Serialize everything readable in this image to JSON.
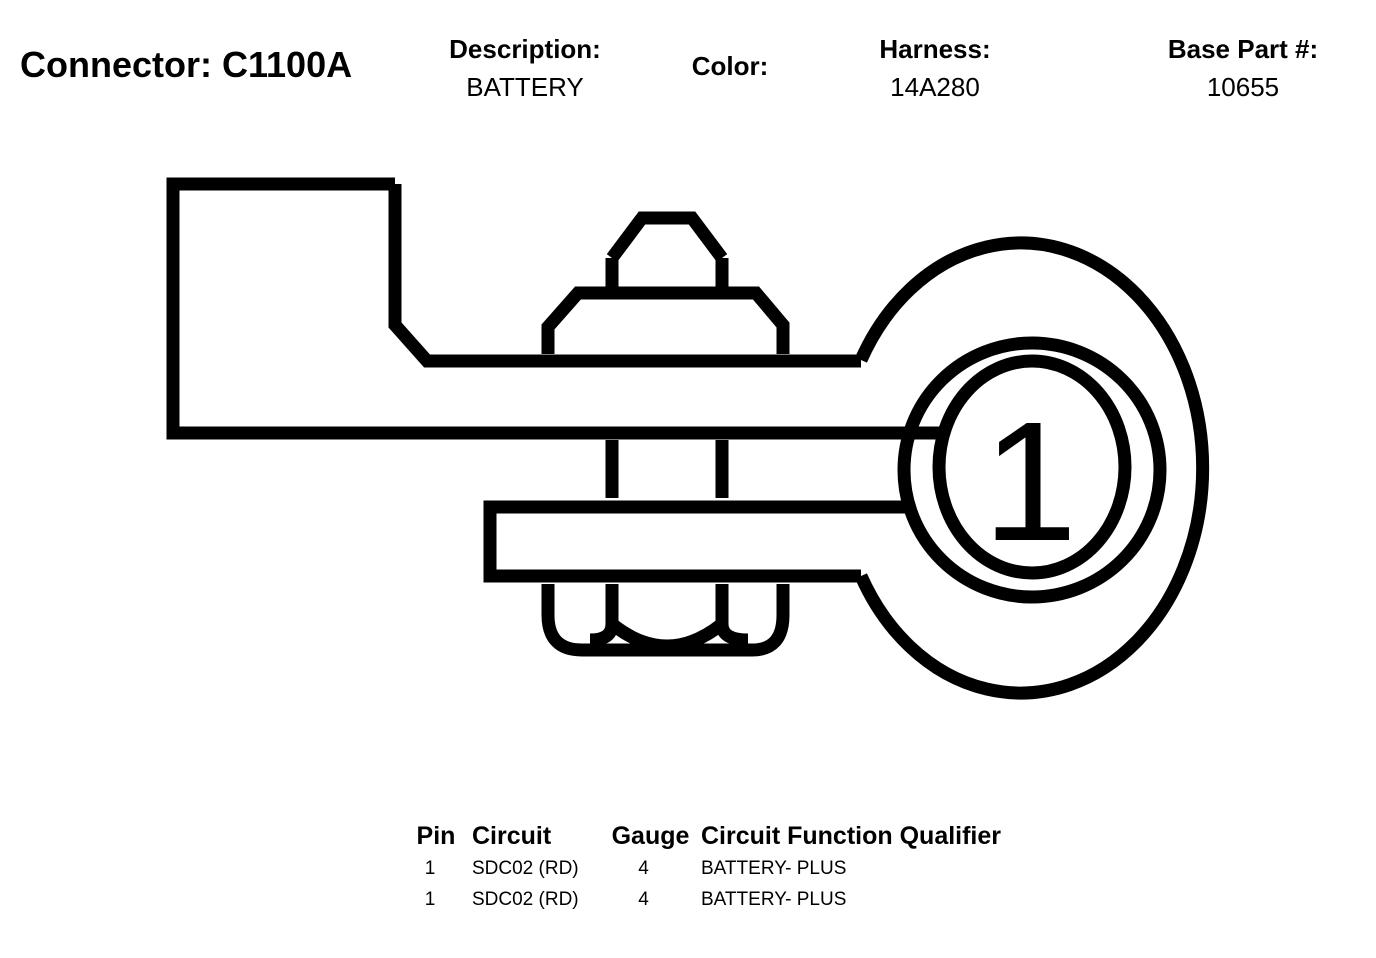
{
  "header": {
    "connector": "Connector: C1100A",
    "description_label": "Description:",
    "description_value": "BATTERY",
    "color_label": "Color:",
    "harness_label": "Harness:",
    "harness_value": "14A280",
    "base_part_label": "Base Part #:",
    "base_part_value": "10655"
  },
  "diagram": {
    "pin_label": "1",
    "stroke_color": "#000000",
    "background_color": "#ffffff"
  },
  "pin_table": {
    "headers": {
      "pin": "Pin",
      "circuit": "Circuit",
      "gauge": "Gauge",
      "function": "Circuit Function Qualifier"
    },
    "rows": [
      {
        "pin": "1",
        "circuit": "SDC02 (RD)",
        "gauge": "4",
        "function": "BATTERY- PLUS"
      },
      {
        "pin": "1",
        "circuit": "SDC02 (RD)",
        "gauge": "4",
        "function": "BATTERY- PLUS"
      }
    ]
  }
}
